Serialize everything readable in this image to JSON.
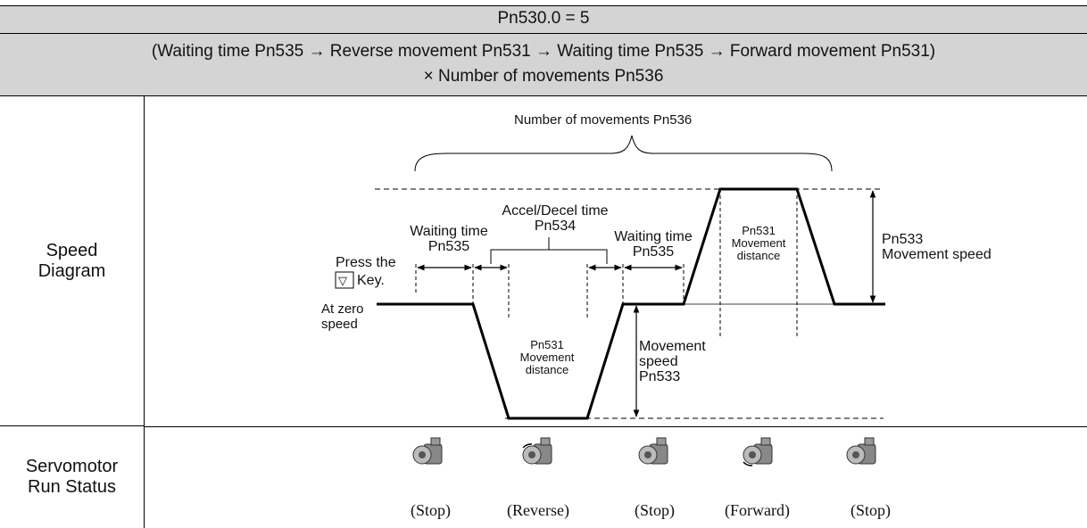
{
  "header": {
    "title": "Pn530.0 = 5",
    "formula_line1": "(Waiting time Pn535 → Reverse movement Pn531 → Waiting time Pn535 → Forward movement Pn531)",
    "formula_line2": "× Number of movements Pn536"
  },
  "rows": {
    "speed_line1": "Speed",
    "speed_line2": "Diagram",
    "run_line1": "Servomotor",
    "run_line2": "Run Status"
  },
  "diagram": {
    "num_movements": "Number of movements Pn536",
    "accel_line1": "Accel/Decel time",
    "accel_line2": "Pn534",
    "wait1_line1": "Waiting time",
    "wait1_line2": "Pn535",
    "wait2_line1": "Waiting time",
    "wait2_line2": "Pn535",
    "press_line1": "Press the",
    "press_key": "▽",
    "press_line2": "Key.",
    "zero_line1": "At zero",
    "zero_line2": "speed",
    "rev_dist_1": "Pn531",
    "rev_dist_2": "Movement",
    "rev_dist_3": "distance",
    "fwd_dist_1": "Pn531",
    "fwd_dist_2": "Movement",
    "fwd_dist_3": "distance",
    "move_speed_1": "Movement",
    "move_speed_2": "speed",
    "move_speed_3": "Pn533",
    "pn533_1": "Pn533",
    "pn533_2": "Movement speed"
  },
  "status": [
    "(Stop)",
    "(Reverse)",
    "(Stop)",
    "(Forward)",
    "(Stop)"
  ],
  "motor_icon": "servomotor-icon"
}
